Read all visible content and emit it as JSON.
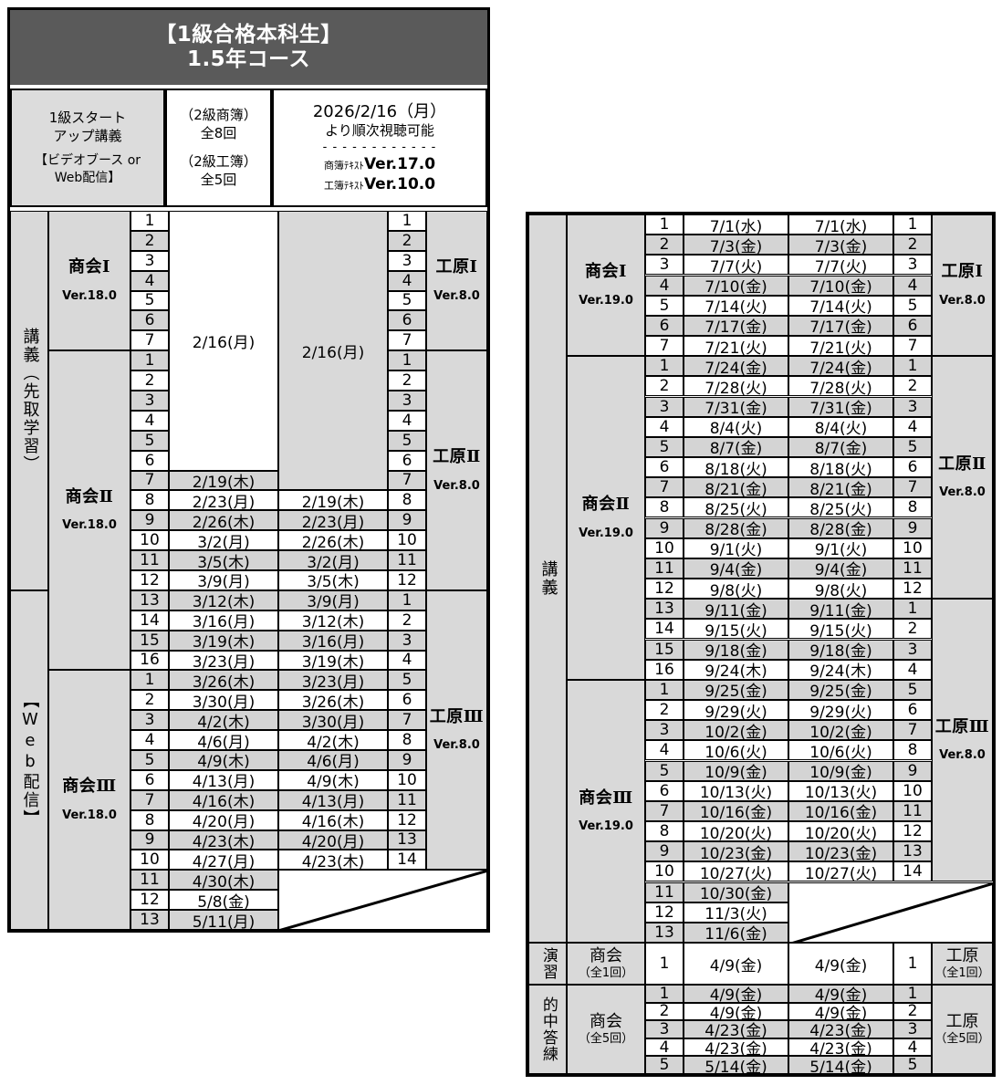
{
  "header": {
    "title_line1": "【1級合格本科生】",
    "title_line2": "1.5年コース",
    "startup": {
      "line1": "1級スタート",
      "line2": "アップ講義",
      "line3": "【ビデオブース or",
      "line4": "Web配信】"
    },
    "counts": {
      "line1": "（2級商簿）",
      "line2": "全8回",
      "line3": "（2級工簿）",
      "line4": "全5回"
    },
    "release": {
      "line1": "2026/2/16（月）",
      "line2": "より順次視聴可能",
      "divider": "- - - - - - - - - - - -",
      "line3_label": "商簿ﾃｷｽﾄ",
      "line3_ver": "Ver.17.0",
      "line4_label": "工簿ﾃｷｽﾄ",
      "line4_ver": "Ver.10.0"
    }
  },
  "left_table": {
    "side_label_1": "講義（先取学習）",
    "side_label_2": "【Web配信】",
    "shokai_groups": [
      {
        "name": "商会",
        "roman": "Ⅰ",
        "version": "Ver.18.0"
      },
      {
        "name": "商会",
        "roman": "Ⅱ",
        "version": "Ver.18.0"
      },
      {
        "name": "商会",
        "roman": "Ⅲ",
        "version": "Ver.18.0"
      }
    ],
    "kogen_groups": [
      {
        "name": "工原",
        "roman": "Ⅰ",
        "version": "Ver.8.0"
      },
      {
        "name": "工原",
        "roman": "Ⅱ",
        "version": "Ver.8.0"
      },
      {
        "name": "工原",
        "roman": "Ⅲ",
        "version": "Ver.8.0"
      }
    ],
    "merged_date_left": "2/16(月)",
    "merged_date_right": "2/16(月)",
    "rows": [
      {
        "sn": "1",
        "sd": "",
        "kd": "",
        "kn": "1"
      },
      {
        "sn": "2",
        "sd": "",
        "kd": "",
        "kn": "2"
      },
      {
        "sn": "3",
        "sd": "",
        "kd": "",
        "kn": "3"
      },
      {
        "sn": "4",
        "sd": "",
        "kd": "",
        "kn": "4"
      },
      {
        "sn": "5",
        "sd": "",
        "kd": "",
        "kn": "5"
      },
      {
        "sn": "6",
        "sd": "",
        "kd": "",
        "kn": "6"
      },
      {
        "sn": "7",
        "sd": "",
        "kd": "",
        "kn": "7"
      },
      {
        "sn": "1",
        "sd": "",
        "kd": "",
        "kn": "1"
      },
      {
        "sn": "2",
        "sd": "",
        "kd": "",
        "kn": "2"
      },
      {
        "sn": "3",
        "sd": "",
        "kd": "",
        "kn": "3"
      },
      {
        "sn": "4",
        "sd": "",
        "kd": "",
        "kn": "4"
      },
      {
        "sn": "5",
        "sd": "",
        "kd": "",
        "kn": "5"
      },
      {
        "sn": "6",
        "sd": "",
        "kd": "",
        "kn": "6"
      },
      {
        "sn": "7",
        "sd": "2/19(木)",
        "kd": "",
        "kn": "7"
      },
      {
        "sn": "8",
        "sd": "2/23(月)",
        "kd": "2/19(木)",
        "kn": "8"
      },
      {
        "sn": "9",
        "sd": "2/26(木)",
        "kd": "2/23(月)",
        "kn": "9"
      },
      {
        "sn": "10",
        "sd": "3/2(月)",
        "kd": "2/26(木)",
        "kn": "10"
      },
      {
        "sn": "11",
        "sd": "3/5(木)",
        "kd": "3/2(月)",
        "kn": "11"
      },
      {
        "sn": "12",
        "sd": "3/9(月)",
        "kd": "3/5(木)",
        "kn": "12"
      },
      {
        "sn": "13",
        "sd": "3/12(木)",
        "kd": "3/9(月)",
        "kn": "1"
      },
      {
        "sn": "14",
        "sd": "3/16(月)",
        "kd": "3/12(木)",
        "kn": "2"
      },
      {
        "sn": "15",
        "sd": "3/19(木)",
        "kd": "3/16(月)",
        "kn": "3"
      },
      {
        "sn": "16",
        "sd": "3/23(月)",
        "kd": "3/19(木)",
        "kn": "4"
      },
      {
        "sn": "1",
        "sd": "3/26(木)",
        "kd": "3/23(月)",
        "kn": "5"
      },
      {
        "sn": "2",
        "sd": "3/30(月)",
        "kd": "3/26(木)",
        "kn": "6"
      },
      {
        "sn": "3",
        "sd": "4/2(木)",
        "kd": "3/30(月)",
        "kn": "7"
      },
      {
        "sn": "4",
        "sd": "4/6(月)",
        "kd": "4/2(木)",
        "kn": "8"
      },
      {
        "sn": "5",
        "sd": "4/9(木)",
        "kd": "4/6(月)",
        "kn": "9"
      },
      {
        "sn": "6",
        "sd": "4/13(月)",
        "kd": "4/9(木)",
        "kn": "10"
      },
      {
        "sn": "7",
        "sd": "4/16(木)",
        "kd": "4/13(月)",
        "kn": "11"
      },
      {
        "sn": "8",
        "sd": "4/20(月)",
        "kd": "4/16(木)",
        "kn": "12"
      },
      {
        "sn": "9",
        "sd": "4/23(木)",
        "kd": "4/20(月)",
        "kn": "13"
      },
      {
        "sn": "10",
        "sd": "4/27(月)",
        "kd": "4/23(木)",
        "kn": "14"
      },
      {
        "sn": "11",
        "sd": "4/30(木)",
        "kd": null,
        "kn": null
      },
      {
        "sn": "12",
        "sd": "5/8(金)",
        "kd": null,
        "kn": null
      },
      {
        "sn": "13",
        "sd": "5/11(月)",
        "kd": null,
        "kn": null
      }
    ]
  },
  "right_table": {
    "side_label": "講義",
    "shokai_groups": [
      {
        "name": "商会",
        "roman": "Ⅰ",
        "version": "Ver.19.0"
      },
      {
        "name": "商会",
        "roman": "Ⅱ",
        "version": "Ver.19.0"
      },
      {
        "name": "商会",
        "roman": "Ⅲ",
        "version": "Ver.19.0"
      }
    ],
    "kogen_groups": [
      {
        "name": "工原",
        "roman": "Ⅰ",
        "version": "Ver.8.0"
      },
      {
        "name": "工原",
        "roman": "Ⅱ",
        "version": "Ver.8.0"
      },
      {
        "name": "工原",
        "roman": "Ⅲ",
        "version": "Ver.8.0"
      }
    ],
    "rows": [
      {
        "sn": "1",
        "sd": "7/1(水)",
        "kd": "7/1(水)",
        "kn": "1"
      },
      {
        "sn": "2",
        "sd": "7/3(金)",
        "kd": "7/3(金)",
        "kn": "2"
      },
      {
        "sn": "3",
        "sd": "7/7(火)",
        "kd": "7/7(火)",
        "kn": "3"
      },
      {
        "sn": "4",
        "sd": "7/10(金)",
        "kd": "7/10(金)",
        "kn": "4"
      },
      {
        "sn": "5",
        "sd": "7/14(火)",
        "kd": "7/14(火)",
        "kn": "5"
      },
      {
        "sn": "6",
        "sd": "7/17(金)",
        "kd": "7/17(金)",
        "kn": "6"
      },
      {
        "sn": "7",
        "sd": "7/21(火)",
        "kd": "7/21(火)",
        "kn": "7"
      },
      {
        "sn": "1",
        "sd": "7/24(金)",
        "kd": "7/24(金)",
        "kn": "1"
      },
      {
        "sn": "2",
        "sd": "7/28(火)",
        "kd": "7/28(火)",
        "kn": "2"
      },
      {
        "sn": "3",
        "sd": "7/31(金)",
        "kd": "7/31(金)",
        "kn": "3"
      },
      {
        "sn": "4",
        "sd": "8/4(火)",
        "kd": "8/4(火)",
        "kn": "4"
      },
      {
        "sn": "5",
        "sd": "8/7(金)",
        "kd": "8/7(金)",
        "kn": "5"
      },
      {
        "sn": "6",
        "sd": "8/18(火)",
        "kd": "8/18(火)",
        "kn": "6"
      },
      {
        "sn": "7",
        "sd": "8/21(金)",
        "kd": "8/21(金)",
        "kn": "7"
      },
      {
        "sn": "8",
        "sd": "8/25(火)",
        "kd": "8/25(火)",
        "kn": "8"
      },
      {
        "sn": "9",
        "sd": "8/28(金)",
        "kd": "8/28(金)",
        "kn": "9"
      },
      {
        "sn": "10",
        "sd": "9/1(火)",
        "kd": "9/1(火)",
        "kn": "10"
      },
      {
        "sn": "11",
        "sd": "9/4(金)",
        "kd": "9/4(金)",
        "kn": "11"
      },
      {
        "sn": "12",
        "sd": "9/8(火)",
        "kd": "9/8(火)",
        "kn": "12"
      },
      {
        "sn": "13",
        "sd": "9/11(金)",
        "kd": "9/11(金)",
        "kn": "1"
      },
      {
        "sn": "14",
        "sd": "9/15(火)",
        "kd": "9/15(火)",
        "kn": "2"
      },
      {
        "sn": "15",
        "sd": "9/18(金)",
        "kd": "9/18(金)",
        "kn": "3"
      },
      {
        "sn": "16",
        "sd": "9/24(木)",
        "kd": "9/24(木)",
        "kn": "4"
      },
      {
        "sn": "1",
        "sd": "9/25(金)",
        "kd": "9/25(金)",
        "kn": "5"
      },
      {
        "sn": "2",
        "sd": "9/29(火)",
        "kd": "9/29(火)",
        "kn": "6"
      },
      {
        "sn": "3",
        "sd": "10/2(金)",
        "kd": "10/2(金)",
        "kn": "7"
      },
      {
        "sn": "4",
        "sd": "10/6(火)",
        "kd": "10/6(火)",
        "kn": "8"
      },
      {
        "sn": "5",
        "sd": "10/9(金)",
        "kd": "10/9(金)",
        "kn": "9"
      },
      {
        "sn": "6",
        "sd": "10/13(火)",
        "kd": "10/13(火)",
        "kn": "10"
      },
      {
        "sn": "7",
        "sd": "10/16(金)",
        "kd": "10/16(金)",
        "kn": "11"
      },
      {
        "sn": "8",
        "sd": "10/20(火)",
        "kd": "10/20(火)",
        "kn": "12"
      },
      {
        "sn": "9",
        "sd": "10/23(金)",
        "kd": "10/23(金)",
        "kn": "13"
      },
      {
        "sn": "10",
        "sd": "10/27(火)",
        "kd": "10/27(火)",
        "kn": "14"
      },
      {
        "sn": "11",
        "sd": "10/30(金)",
        "kd": null,
        "kn": null
      },
      {
        "sn": "12",
        "sd": "11/3(火)",
        "kd": null,
        "kn": null
      },
      {
        "sn": "13",
        "sd": "11/6(金)",
        "kd": null,
        "kn": null
      }
    ],
    "enshu": {
      "side_label": "演習",
      "shokai_label": "商会",
      "shokai_count": "（全1回）",
      "kogen_label": "工原",
      "kogen_count": "（全1回）",
      "rows": [
        {
          "sn": "1",
          "sd": "4/9(金)",
          "kd": "4/9(金)",
          "kn": "1"
        }
      ]
    },
    "tekichu": {
      "side_label": "的中答練",
      "shokai_label": "商会",
      "shokai_count": "（全5回）",
      "kogen_label": "工原",
      "kogen_count": "（全5回）",
      "rows": [
        {
          "sn": "1",
          "sd": "4/9(金)",
          "kd": "4/9(金)",
          "kn": "1"
        },
        {
          "sn": "2",
          "sd": "4/9(金)",
          "kd": "4/9(金)",
          "kn": "2"
        },
        {
          "sn": "3",
          "sd": "4/23(金)",
          "kd": "4/23(金)",
          "kn": "3"
        },
        {
          "sn": "4",
          "sd": "4/23(金)",
          "kd": "4/23(金)",
          "kn": "4"
        },
        {
          "sn": "5",
          "sd": "5/14(金)",
          "kd": "5/14(金)",
          "kn": "5"
        }
      ]
    }
  }
}
